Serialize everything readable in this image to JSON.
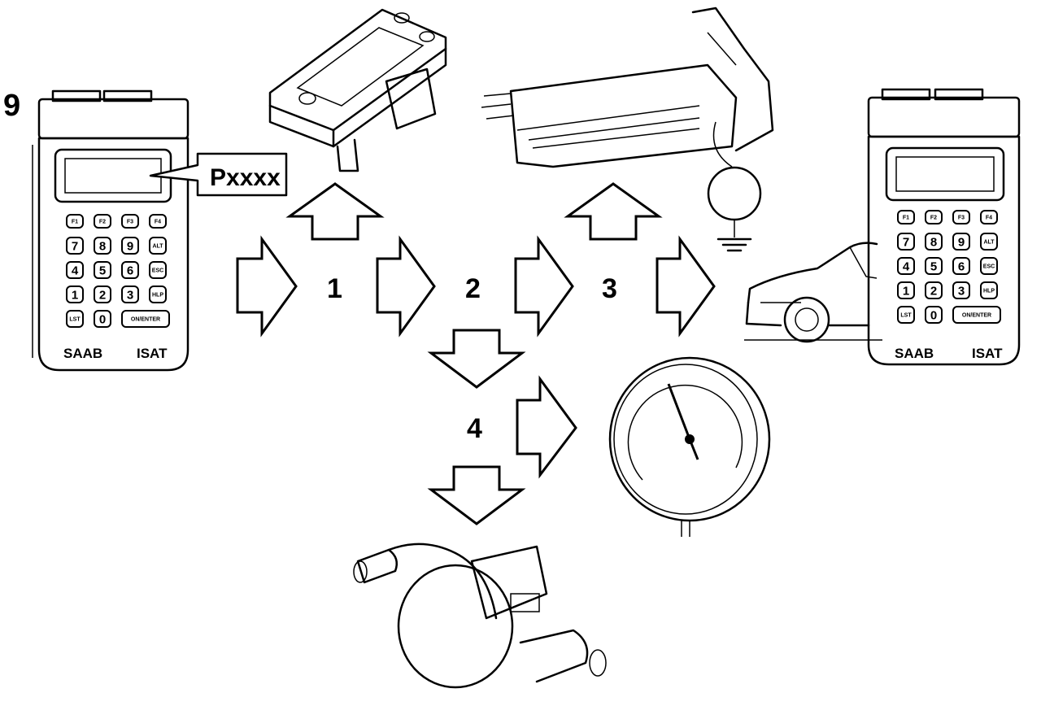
{
  "figure_number": "9",
  "code_display": "Pxxxx",
  "steps": [
    "1",
    "2",
    "3",
    "4"
  ],
  "tester": {
    "brand": "SAAB",
    "model": "ISAT",
    "keys": [
      [
        "F1",
        "F2",
        "F3",
        "F4"
      ],
      [
        "7",
        "8",
        "9",
        "ALT"
      ],
      [
        "4",
        "5",
        "6",
        "ESC"
      ],
      [
        "1",
        "2",
        "3",
        "HLP"
      ],
      [
        "LST",
        "0",
        "ON/ENTER"
      ]
    ]
  },
  "colors": {
    "ink": "#000000",
    "paper": "#ffffff"
  },
  "icons": [
    "isat-tester-icon",
    "map-sensor-icon",
    "ecu-connector-icon",
    "ground-symbol-icon",
    "car-icon",
    "pressure-gauge-icon",
    "purge-valve-icon"
  ]
}
